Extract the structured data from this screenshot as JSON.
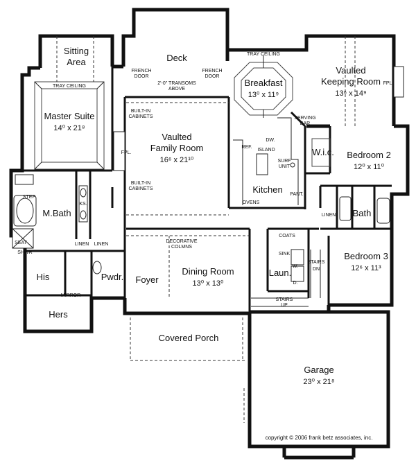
{
  "rooms": {
    "deck": {
      "name": "Deck"
    },
    "sitting": {
      "line1": "Sitting",
      "line2": "Area"
    },
    "master_suite": {
      "name": "Master Suite",
      "dims": "14⁰ x 21⁸"
    },
    "breakfast": {
      "name": "Breakfast",
      "dims": "13⁰ x 11⁹"
    },
    "keeping": {
      "line1": "Vaulted",
      "line2": "Keeping Room",
      "dims": "13⁶ x 14⁹"
    },
    "family": {
      "line1": "Vaulted",
      "line2": "Family Room",
      "dims": "16⁶ x 21¹⁰"
    },
    "kitchen": {
      "name": "Kitchen"
    },
    "bedroom2": {
      "name": "Bedroom 2",
      "dims": "12⁰ x 11⁰"
    },
    "wic": {
      "name": "W.i.c."
    },
    "mbath": {
      "name": "M.Bath"
    },
    "bath": {
      "name": "Bath"
    },
    "bedroom3": {
      "name": "Bedroom 3",
      "dims": "12⁶ x 11³"
    },
    "his": {
      "name": "His"
    },
    "hers": {
      "name": "Hers"
    },
    "pwdr": {
      "name": "Pwdr."
    },
    "foyer": {
      "name": "Foyer"
    },
    "dining": {
      "name": "Dining Room",
      "dims": "13⁰ x 13⁰"
    },
    "laun": {
      "name": "Laun."
    },
    "porch": {
      "name": "Covered Porch"
    },
    "garage": {
      "name": "Garage",
      "dims": "23⁰ x 21⁸"
    }
  },
  "labels": {
    "tray_ceiling_master": "TRAY CEILING",
    "tray_ceiling_breakfast": "TRAY CEILING",
    "french_door_left": {
      "line1": "FRENCH",
      "line2": "DOOR"
    },
    "french_door_right": {
      "line1": "FRENCH",
      "line2": "DOOR"
    },
    "transoms": {
      "line1": "2'-0\" TRANSOMS",
      "line2": "ABOVE"
    },
    "builtin_top": {
      "line1": "BUILT-IN",
      "line2": "CABINETS"
    },
    "builtin_bottom": {
      "line1": "BUILT-IN",
      "line2": "CABINETS"
    },
    "fpl_family": "FPL.",
    "fpl_keeping": "FPL.",
    "serving_bar": {
      "line1": "SERVING",
      "line2": "BAR"
    },
    "dw": "DW.",
    "ref": "REF.",
    "island": "ISLAND",
    "surf_unit": {
      "line1": "SURF",
      "line2": "UNIT"
    },
    "ovens": "OVENS",
    "pant": "PANT.",
    "step": "STEP",
    "ks": "KS.",
    "seat": "SEAT",
    "shwr": "SHWR",
    "linen_left": "LINEN",
    "linen_right": "LINEN",
    "linen_bath": "LINEN",
    "mirror": "MIRROR",
    "decorative_columns": {
      "line1": "DECORATIVE",
      "line2": "COLMNS"
    },
    "coats": "COATS",
    "sink": "SINK",
    "w": "W.",
    "d": "D.",
    "stairs_dn": {
      "line1": "STAIRS",
      "line2": "DN"
    },
    "stairs_up": {
      "line1": "STAIRS",
      "line2": "UP"
    }
  },
  "copyright": "copyright © 2006 frank betz associates, inc."
}
